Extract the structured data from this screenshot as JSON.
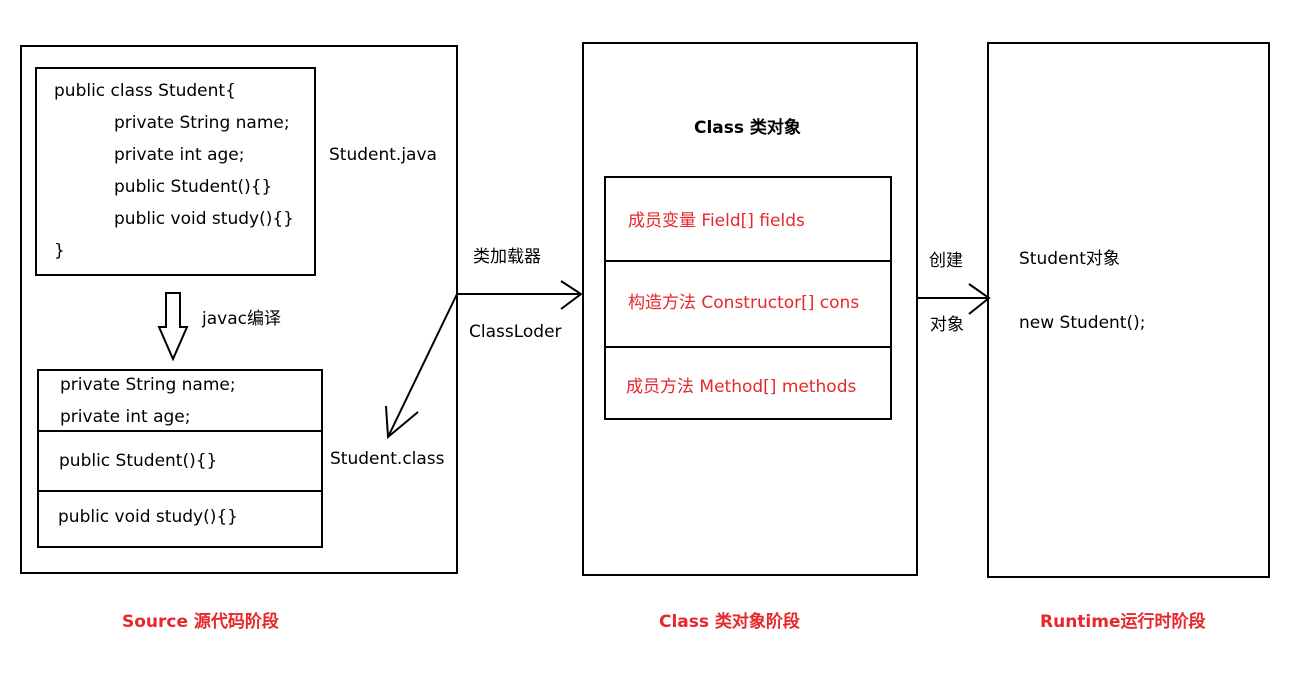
{
  "source": {
    "code_lines": [
      "public class Student{",
      "private String name;",
      "private int age;",
      "public Student(){}",
      "public void study(){}",
      "}"
    ],
    "file_label": "Student.java",
    "compile_label": "javac编译",
    "class_file_rows": [
      "private String name;",
      "private int age;",
      "public Student(){}",
      "public void study(){}"
    ],
    "class_file_label": "Student.class",
    "stage_label": "Source 源代码阶段"
  },
  "loader": {
    "label_top": "类加载器",
    "label_bottom": "ClassLoder"
  },
  "class_stage": {
    "title": "Class 类对象",
    "members": [
      "成员变量 Field[] fields",
      "构造方法 Constructor[] cons",
      "成员方法 Method[] methods"
    ],
    "stage_label": "Class 类对象阶段"
  },
  "create": {
    "label_top": "创建",
    "label_bottom": "对象"
  },
  "runtime": {
    "object_label": "Student对象",
    "code": "new Student();",
    "stage_label": "Runtime运行时阶段"
  },
  "colors": {
    "accent": "#e8272a",
    "line": "#000000"
  }
}
